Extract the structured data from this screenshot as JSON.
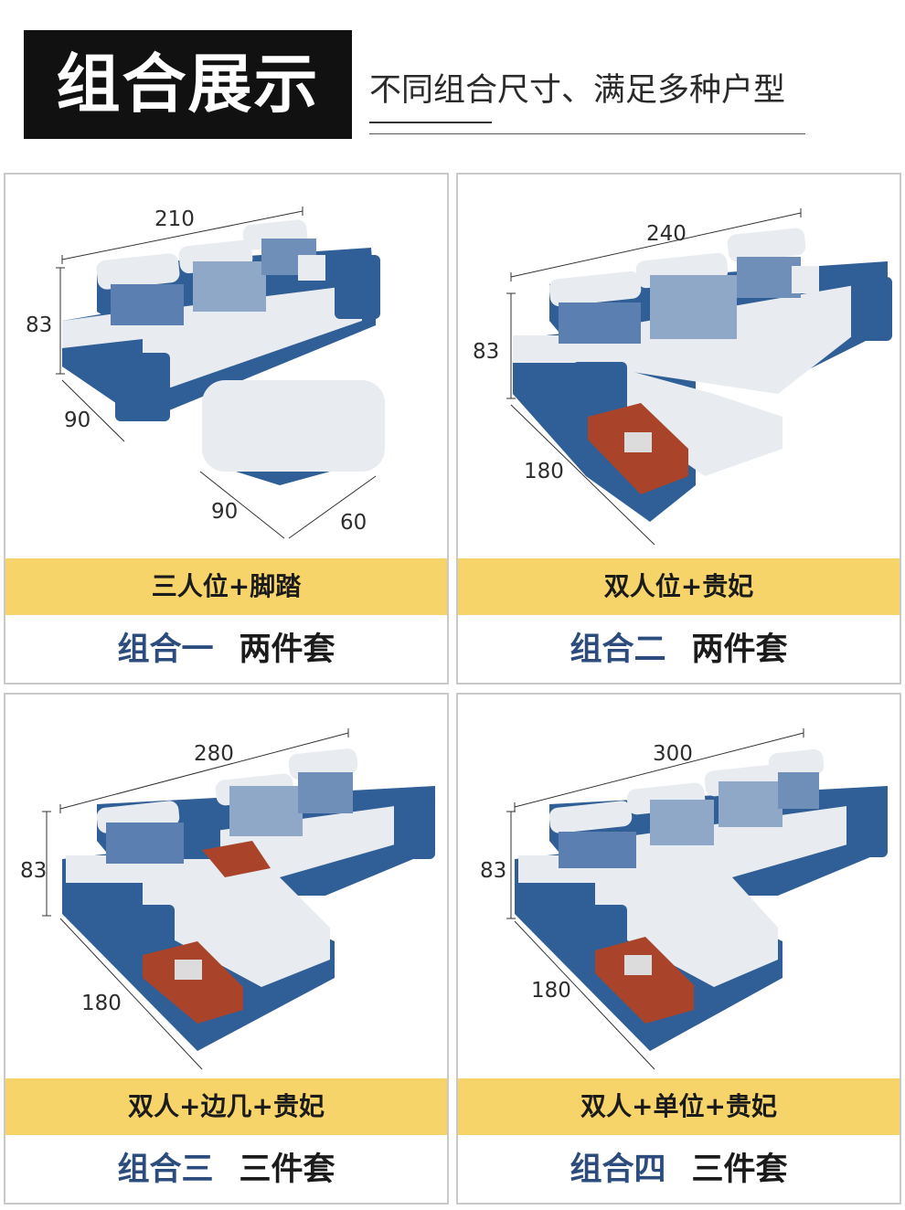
{
  "header": {
    "title": "组合展示",
    "subtitle": "不同组合尺寸、满足多种户型"
  },
  "combos": [
    {
      "band": "三人位+脚踏",
      "name": "组合一",
      "pieces": "两件套",
      "dims": [
        "210",
        "83",
        "90",
        "90",
        "60"
      ]
    },
    {
      "band": "双人位+贵妃",
      "name": "组合二",
      "pieces": "两件套",
      "dims": [
        "240",
        "83",
        "180"
      ]
    },
    {
      "band": "双人+边几+贵妃",
      "name": "组合三",
      "pieces": "三件套",
      "dims": [
        "280",
        "83",
        "180"
      ]
    },
    {
      "band": "双人+单位+贵妃",
      "name": "组合四",
      "pieces": "三件套",
      "dims": [
        "300",
        "83",
        "180"
      ]
    }
  ],
  "colors": {
    "sofa_blue": "#2f5f96",
    "cushion_white": "#e8ebef",
    "band_yellow": "#f7d46a",
    "label_blue": "#2b4c7c"
  }
}
